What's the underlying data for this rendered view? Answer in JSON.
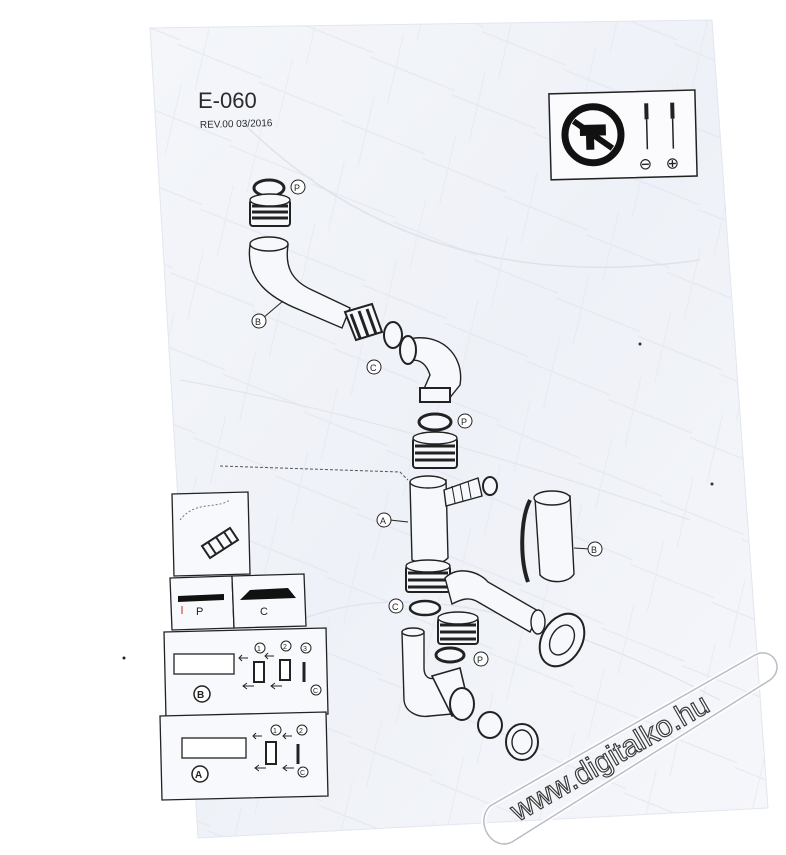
{
  "document": {
    "code": "E-060",
    "revision": "REV.00  03/2016"
  },
  "part_labels": {
    "A": "A",
    "B": "B",
    "C": "C",
    "P": "P"
  },
  "warning_panel": {
    "icon": "no-power-tool-icon",
    "minus": "⊖",
    "plus": "⊕"
  },
  "step_numbers": {
    "one": "1",
    "two": "2",
    "three": "3"
  },
  "watermark": "www.digitalko.hu"
}
